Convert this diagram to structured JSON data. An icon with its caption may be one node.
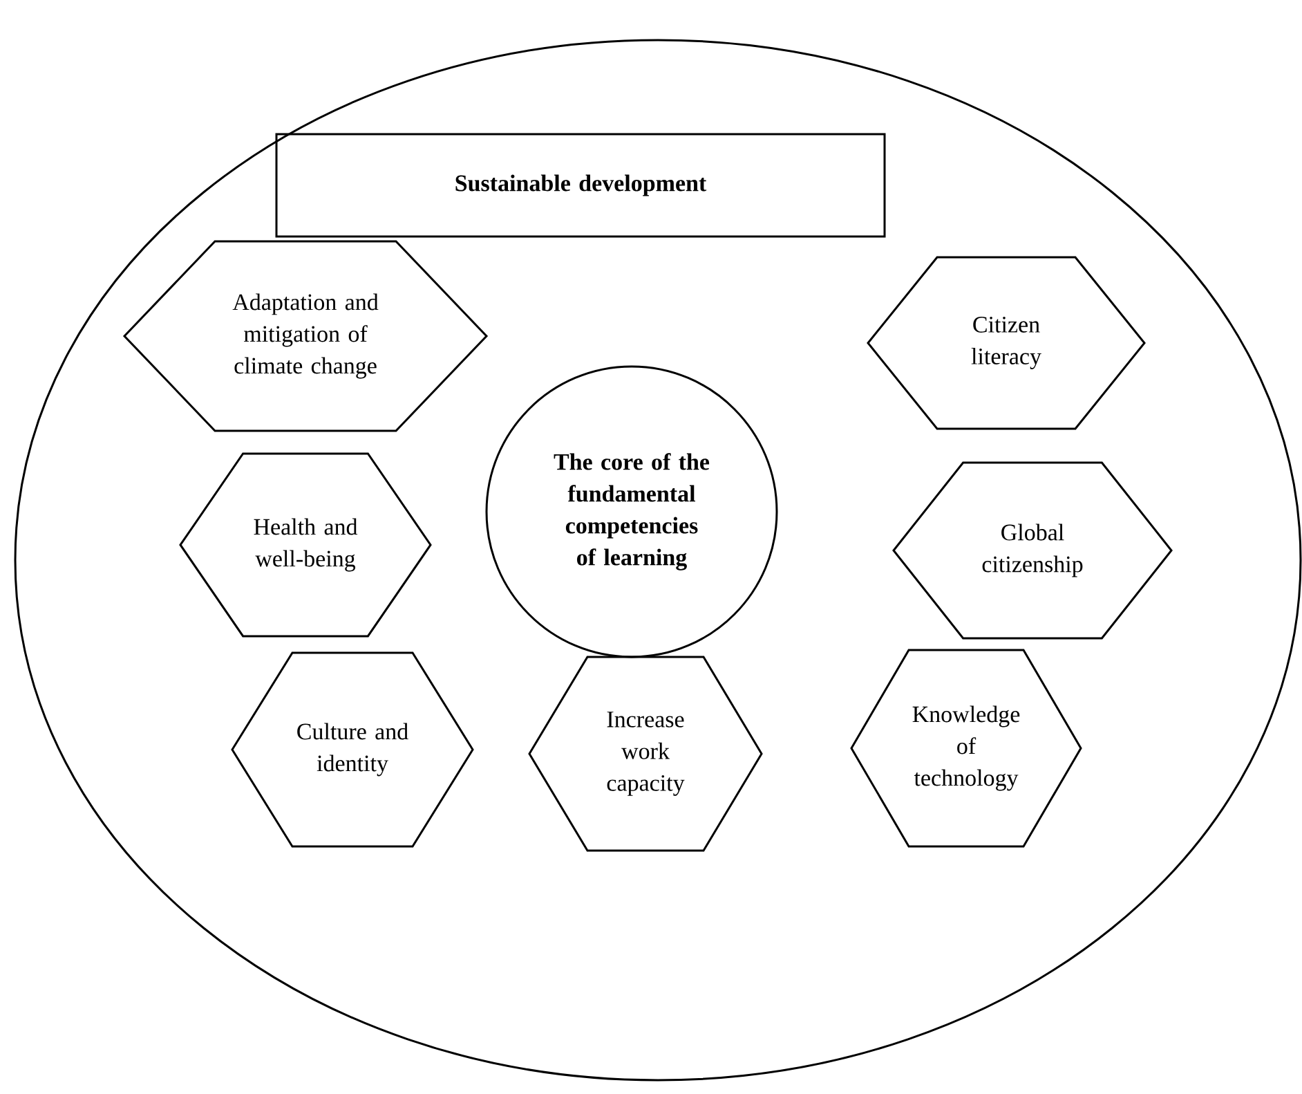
{
  "diagram": {
    "nodes": [
      {
        "text": [],
        "shape": "ellipse"
      },
      {
        "text": [
          "Sustainable development"
        ],
        "in": 0
      },
      {
        "text": [
          "Adaptation and mitigation of climate change"
        ],
        "in": 0
      },
      {
        "text": [
          "Citizen literacy"
        ],
        "in": 0
      },
      {
        "text": [
          "The core of the fundamental competencies of learning"
        ],
        "in": 0
      },
      {
        "text": [
          "Health and well-being"
        ],
        "in": 0
      },
      {
        "text": [
          "Global citizenship"
        ],
        "in": 0
      },
      {
        "text": [
          "Culture and identity"
        ],
        "in": 0
      },
      {
        "text": [
          "Increase work capacity"
        ],
        "in": 0
      },
      {
        "text": [
          "Knowledge of technology"
        ],
        "in": 0
      }
    ]
  }
}
